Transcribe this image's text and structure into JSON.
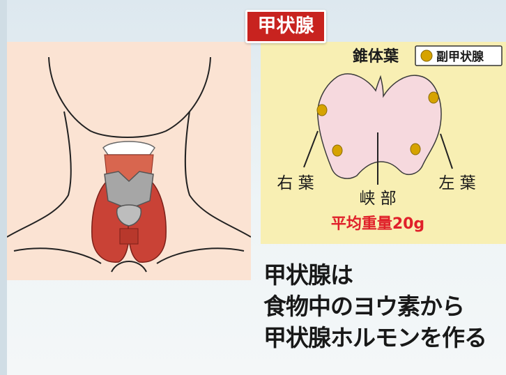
{
  "title": "甲状腺",
  "diagram": {
    "pyramidal_lobe": "錐体葉",
    "legend": {
      "icon": "parathyroid-dot",
      "label": "副甲状腺",
      "dot_color": "#d6a300"
    },
    "right_lobe": "右 葉",
    "isthmus": "峡 部",
    "left_lobe": "左 葉",
    "weight_note": "平均重量20g"
  },
  "caption": {
    "line1": "甲状腺は",
    "line2": "食物中のヨウ素から",
    "line3": "甲状腺ホルモンを作る"
  },
  "colors": {
    "title_bg": "#c8231f",
    "weight_text": "#e0202a",
    "thyroid_red": "#c94236",
    "gland_pink": "#f6d9de",
    "gland_panel": "#f8efb3",
    "skin": "#fbe3d3"
  }
}
